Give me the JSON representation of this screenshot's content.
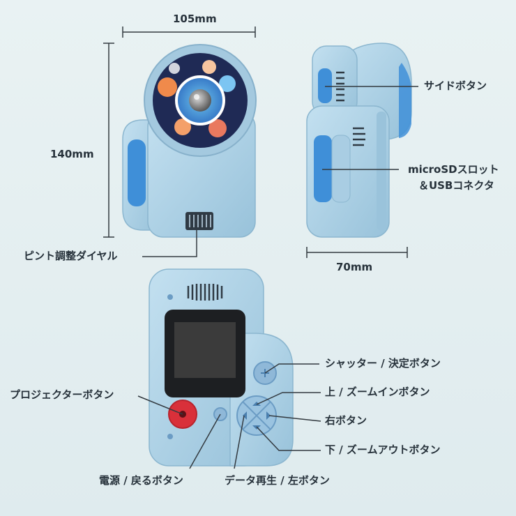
{
  "dimensions": {
    "front_width": "105mm",
    "front_height": "140mm",
    "side_depth": "70mm"
  },
  "labels": {
    "focus_dial": "ピント調整ダイヤル",
    "side_button": "サイドボタン",
    "sd_slot_line1": "microSDスロット",
    "sd_slot_line2": "＆USBコネクタ",
    "shutter": "シャッター / 決定ボタン",
    "projector": "プロジェクターボタン",
    "up_zoom_in": "上 / ズームインボタン",
    "right": "右ボタン",
    "down_zoom_out": "下 / ズームアウトボタン",
    "power_back": "電源 / 戻るボタン",
    "play_left": "データ再生 / 左ボタン"
  },
  "colors": {
    "body": "#a9cde3",
    "body_shade": "#8fb8d1",
    "accent_blue": "#3f8fd8",
    "screen": "#2b2b2b",
    "projector_button": "#d9303a",
    "lines": "#333a40"
  },
  "icons": [
    "lens-artwork",
    "shutter-button",
    "dpad",
    "power-button",
    "projector-button",
    "speaker-grille"
  ]
}
